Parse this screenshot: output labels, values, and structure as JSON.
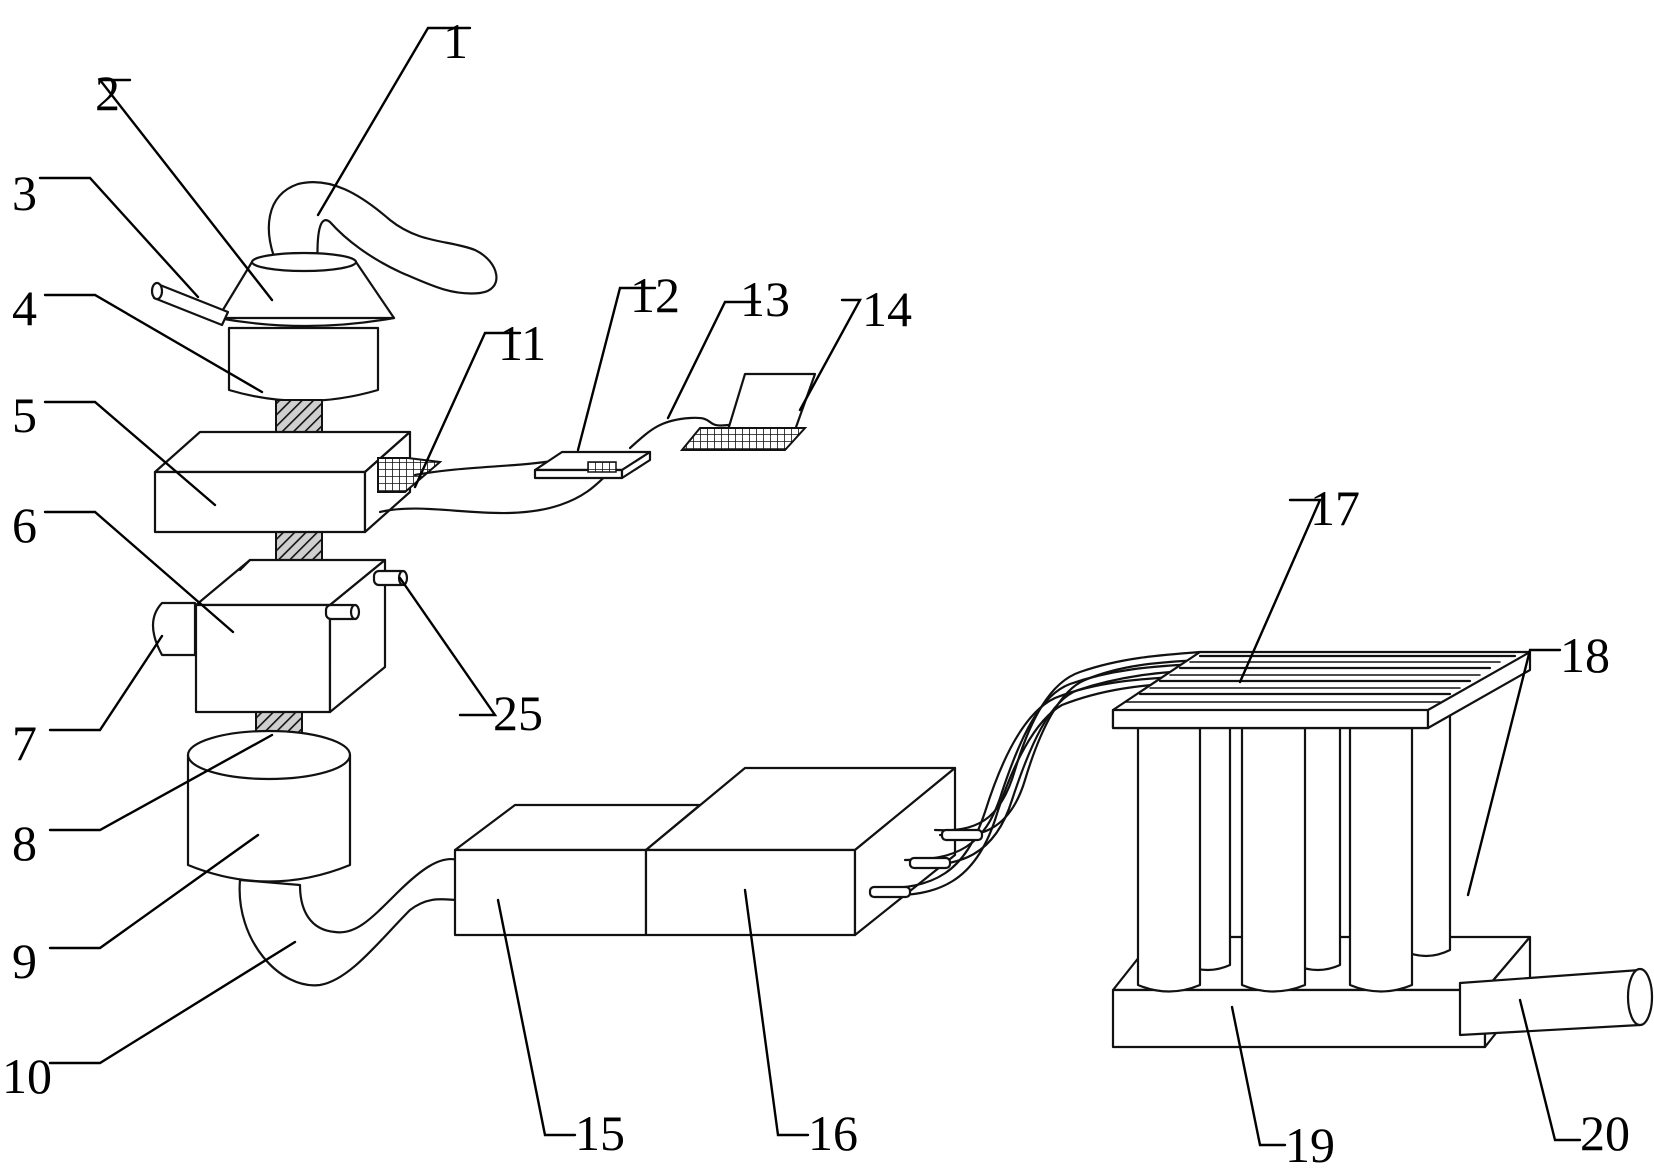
{
  "labels": {
    "l1": "1",
    "l2": "2",
    "l3": "3",
    "l4": "4",
    "l5": "5",
    "l6": "6",
    "l7": "7",
    "l8": "8",
    "l9": "9",
    "l10": "10",
    "l11": "11",
    "l12": "12",
    "l13": "13",
    "l14": "14",
    "l15": "15",
    "l16": "16",
    "l17": "17",
    "l18": "18",
    "l19": "19",
    "l20": "20",
    "l25": "25"
  }
}
